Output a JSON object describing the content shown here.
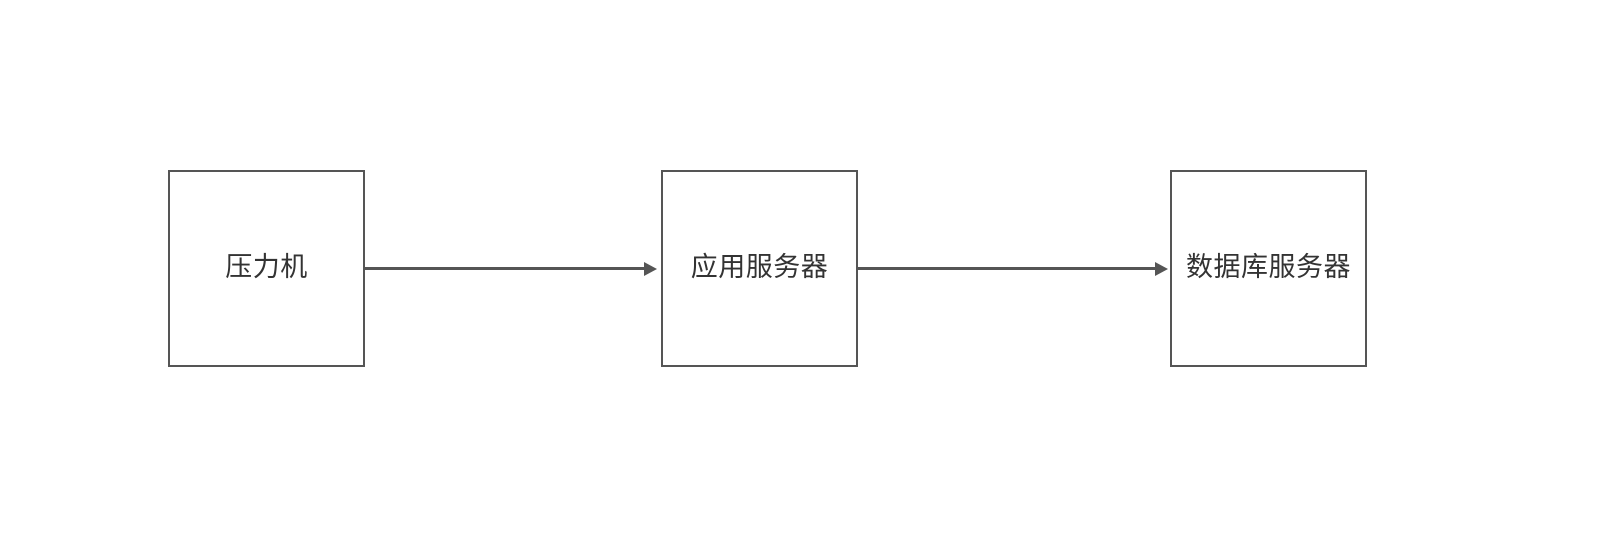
{
  "diagram": {
    "title": "",
    "background_color": "#ffffff",
    "node_border_color": "#555555",
    "node_fill_color": "#ffffff",
    "text_color": "#333333",
    "edge_color": "#555555",
    "nodes": [
      {
        "id": "load-generator",
        "label": "压力机"
      },
      {
        "id": "app-server",
        "label": "应用服务器"
      },
      {
        "id": "db-server",
        "label": "数据库服务器"
      }
    ],
    "edges": [
      {
        "id": "edge-1",
        "from": "load-generator",
        "to": "app-server",
        "label": "",
        "arrow": "arrow-head-right-icon"
      },
      {
        "id": "edge-2",
        "from": "app-server",
        "to": "db-server",
        "label": "",
        "arrow": "arrow-head-right-icon"
      }
    ]
  }
}
